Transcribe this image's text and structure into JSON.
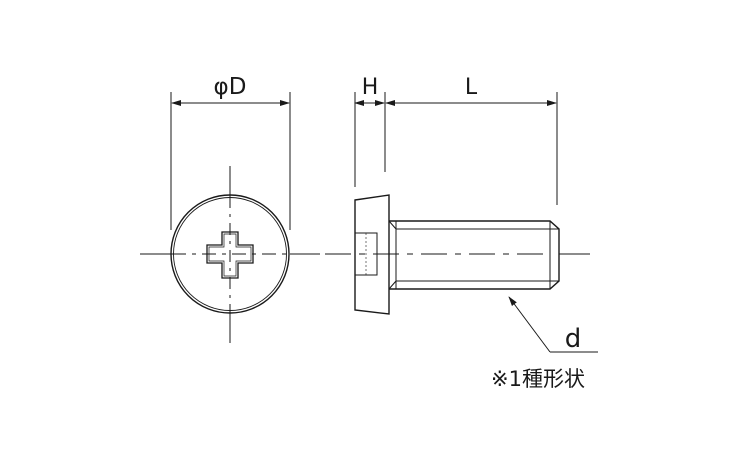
{
  "labels": {
    "diameter": "φD",
    "head_height": "H",
    "length": "L",
    "thread": "d",
    "note": "※1種形状"
  },
  "colors": {
    "line": "#1a1a1a",
    "background": "#ffffff"
  }
}
